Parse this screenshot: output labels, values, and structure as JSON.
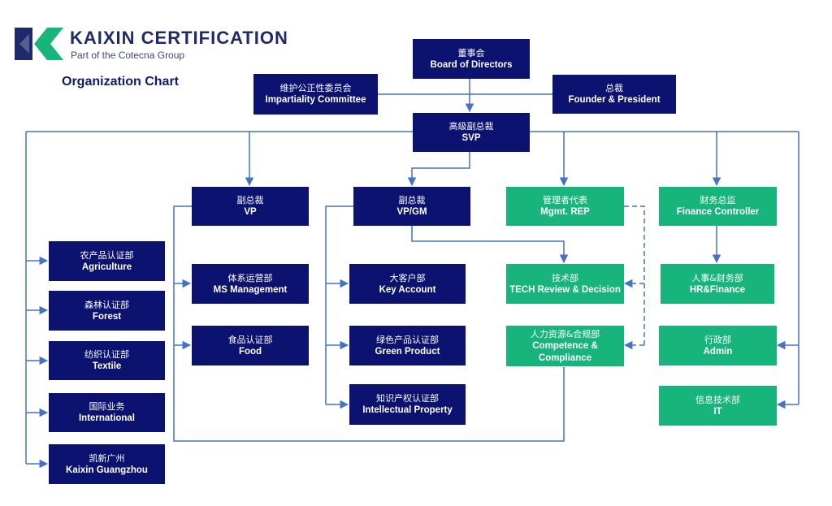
{
  "logo": {
    "brand": "KAIXIN CERTIFICATION",
    "tagline": "Part of the Cotecna Group",
    "colors": {
      "navy": "#1f2a6b",
      "green": "#17b57b"
    }
  },
  "title": "Organization Chart",
  "colors": {
    "navy_box": "#0c1270",
    "green_box": "#17b57b",
    "connector": "#4472c4"
  },
  "nodes": {
    "board": {
      "zh": "董事会",
      "en": "Board of Directors"
    },
    "impartiality": {
      "zh": "维护公正性委员会",
      "en": "Impartiality Committee"
    },
    "founder": {
      "zh": "总裁",
      "en": "Founder & President"
    },
    "svp": {
      "zh": "高级副总裁",
      "en": "SVP"
    },
    "vp": {
      "zh": "副总裁",
      "en": "VP"
    },
    "vpgm": {
      "zh": "副总裁",
      "en": "VP/GM"
    },
    "mgmt_rep": {
      "zh": "管理者代表",
      "en": "Mgmt. REP"
    },
    "finance_controller": {
      "zh": "财务总监",
      "en": "Finance Controller"
    },
    "agriculture": {
      "zh": "农产品认证部",
      "en": "Agriculture"
    },
    "forest": {
      "zh": "森林认证部",
      "en": "Forest"
    },
    "textile": {
      "zh": "纺织认证部",
      "en": "Textile"
    },
    "international": {
      "zh": "国际业务",
      "en": "International"
    },
    "guangzhou": {
      "zh": "凯新广州",
      "en": "Kaixin Guangzhou"
    },
    "ms_management": {
      "zh": "体系运营部",
      "en": "MS Management"
    },
    "food": {
      "zh": "食品认证部",
      "en": "Food"
    },
    "key_account": {
      "zh": "大客户部",
      "en": "Key Account"
    },
    "green_product": {
      "zh": "绿色产品认证部",
      "en": "Green Product"
    },
    "intellectual_property": {
      "zh": "知识产权认证部",
      "en": "Intellectual Property"
    },
    "tech": {
      "zh": "技术部",
      "en": "TECH Review & Decision"
    },
    "competence": {
      "zh": "人力资源&合规部",
      "en": "Competence & Compliance"
    },
    "hr_finance": {
      "zh": "人事&财务部",
      "en": "HR&Finance"
    },
    "admin": {
      "zh": "行政部",
      "en": "Admin"
    },
    "it": {
      "zh": "信息技术部",
      "en": "IT"
    }
  }
}
